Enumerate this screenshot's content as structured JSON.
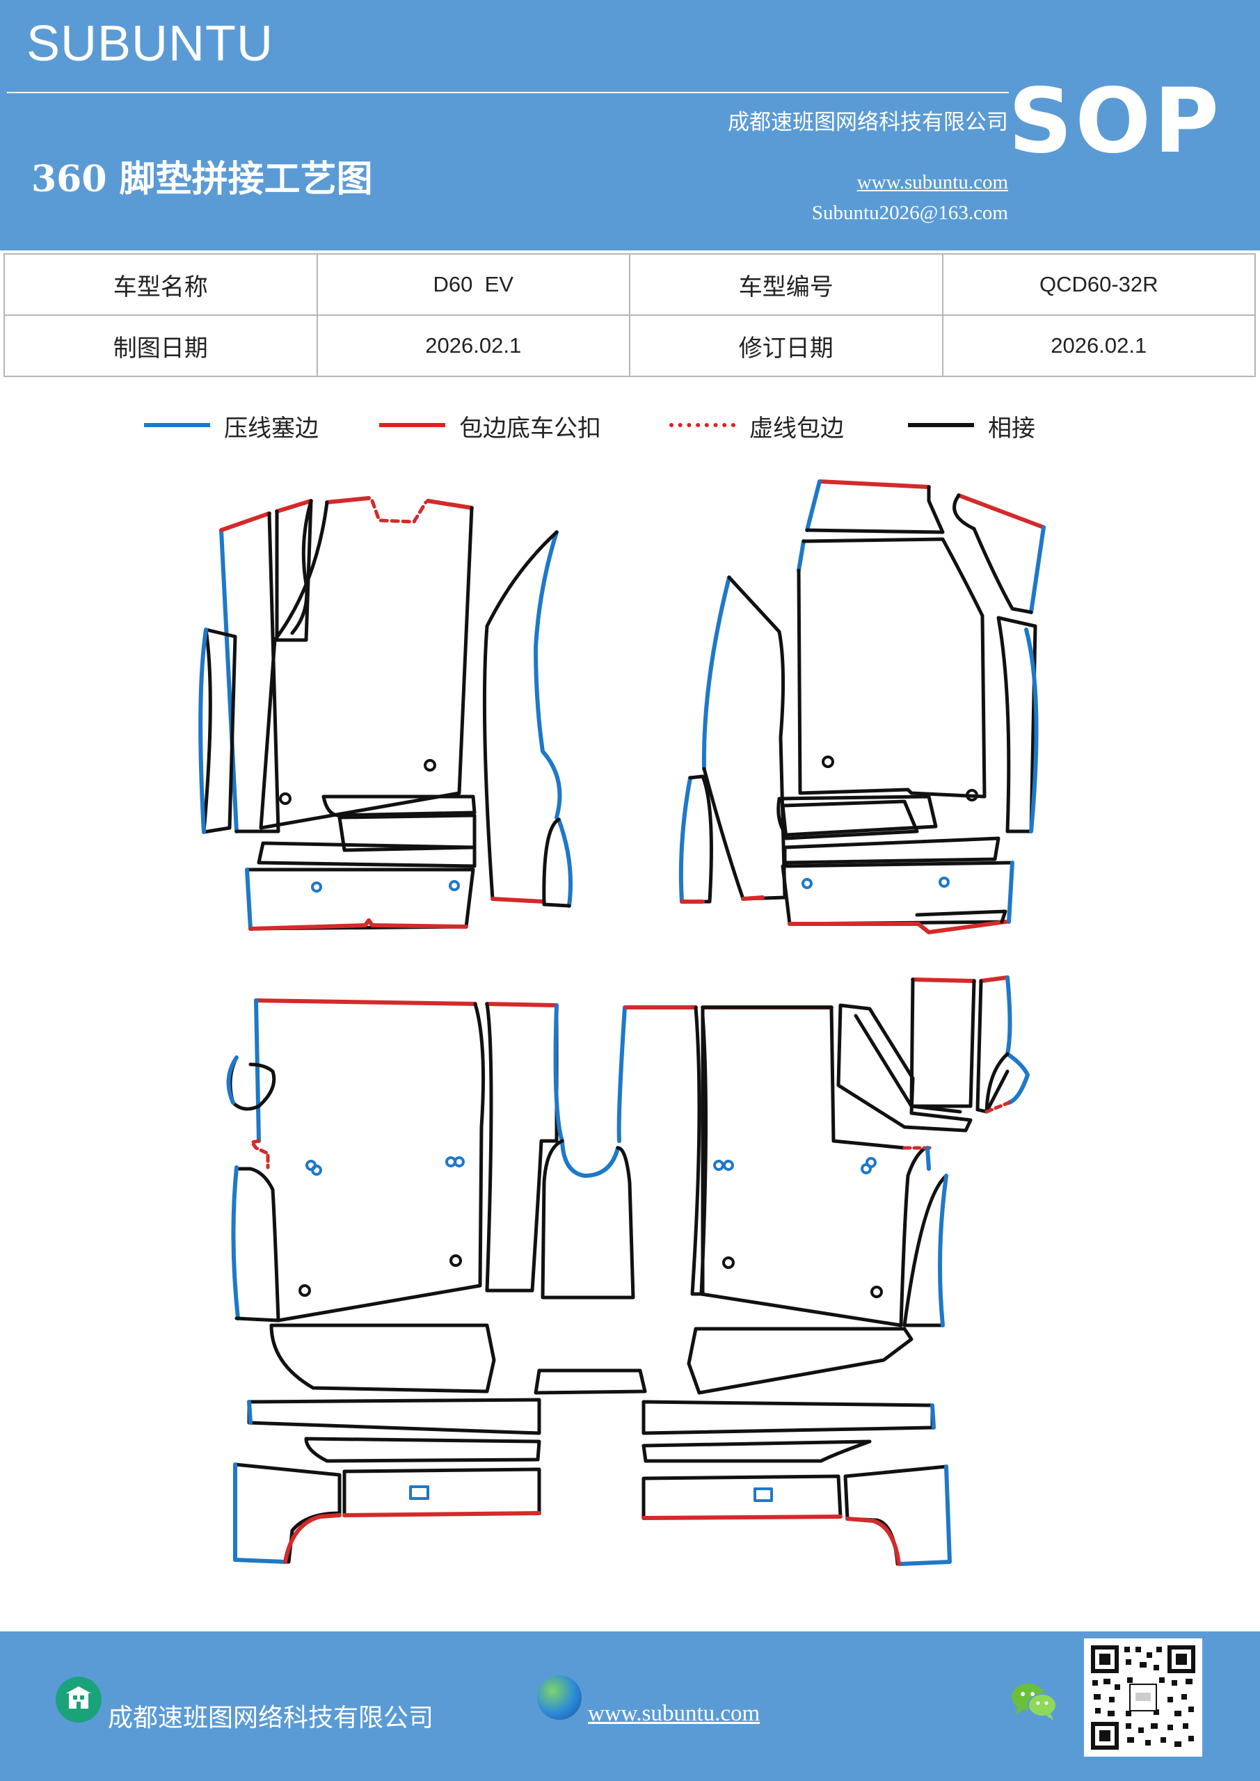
{
  "header": {
    "brand": "SUBUNTU",
    "company": "成都速班图网络科技有限公司",
    "title": "360 脚垫拼接工艺图",
    "website": "www.subuntu.com",
    "email": "Subuntu2026@163.com",
    "badge": "SOP"
  },
  "info": {
    "model_name_label": "车型名称",
    "model_name": "D60  EV",
    "model_code_label": "车型编号",
    "model_code": "QCD60-32R",
    "draw_date_label": "制图日期",
    "draw_date": "2026.02.1",
    "revise_date_label": "修订日期",
    "revise_date": "2026.02.1"
  },
  "legend": [
    {
      "label": "压线塞边",
      "color": "#1f78c8",
      "style": "solid"
    },
    {
      "label": "包边底车公扣",
      "color": "#e02020",
      "style": "solid"
    },
    {
      "label": "虚线包边",
      "color": "#e02020",
      "style": "dotted"
    },
    {
      "label": "相接",
      "color": "#111111",
      "style": "solid"
    }
  ],
  "colors": {
    "header_bg": "#5b9bd5",
    "blue_edge": "#1f78c8",
    "red_edge": "#d42a2a",
    "black_edge": "#111111"
  },
  "footer": {
    "company": "成都速班图网络科技有限公司",
    "website": "www.subuntu.com ",
    "icons": [
      "building-icon",
      "globe-icon",
      "wechat-icon",
      "qr-code"
    ]
  }
}
